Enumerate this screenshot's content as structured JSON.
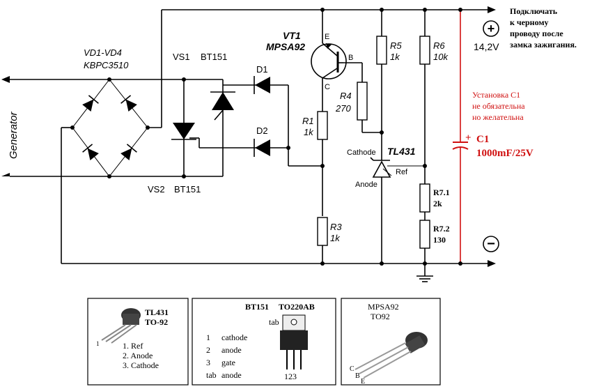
{
  "top_note": [
    "Подключать",
    "к черному",
    "проводу после",
    "замка зажигания."
  ],
  "voltage": "14,2V",
  "generator": "Generator",
  "bridge": {
    "name": "VD1-VD4",
    "part": "KBPC3510"
  },
  "vs1": {
    "name": "VS1",
    "part": "BT151"
  },
  "vs2": {
    "name": "VS2",
    "part": "BT151"
  },
  "d1": "D1",
  "d2": "D2",
  "vt1": {
    "name": "VT1",
    "part": "MPSA92",
    "e": "E",
    "b": "B",
    "c": "C"
  },
  "r5": {
    "name": "R5",
    "value": "1k"
  },
  "r6": {
    "name": "R6",
    "value": "10k"
  },
  "r4": {
    "name": "R4",
    "value": "270"
  },
  "r1": {
    "name": "R1",
    "value": "1k"
  },
  "r3": {
    "name": "R3",
    "value": "1k"
  },
  "r71": {
    "name": "R7.1",
    "value": "2k"
  },
  "r72": {
    "name": "R7.2",
    "value": "130"
  },
  "tl431": {
    "name": "TL431",
    "cathode": "Cathode",
    "anode": "Anode",
    "ref": "Ref"
  },
  "c1_note": [
    "Установка С1",
    "не обязательна",
    "но желательна"
  ],
  "c1": {
    "name": "C1",
    "value": "1000mF/25V",
    "plus": "+"
  },
  "plus_sign": "+",
  "minus_sign": "−",
  "pinouts": {
    "tl431": {
      "title": "TL431",
      "pkg": "TO-92",
      "pin_mark": "1",
      "pins": [
        "1. Ref",
        "2. Anode",
        "3. Cathode"
      ]
    },
    "bt151": {
      "title": "BT151",
      "pkg": "TO220AB",
      "tab": "tab",
      "pins": [
        [
          "1",
          "cathode"
        ],
        [
          "2",
          "anode"
        ],
        [
          "3",
          "gate"
        ],
        [
          "tab",
          "anode"
        ]
      ],
      "pin_numbers": "123"
    },
    "mpsa92": {
      "title": "MPSA92",
      "pkg": "TO92",
      "c": "C",
      "b": "B",
      "e": "E"
    }
  },
  "colors": {
    "red": "#d01010",
    "wire": "#000000"
  }
}
